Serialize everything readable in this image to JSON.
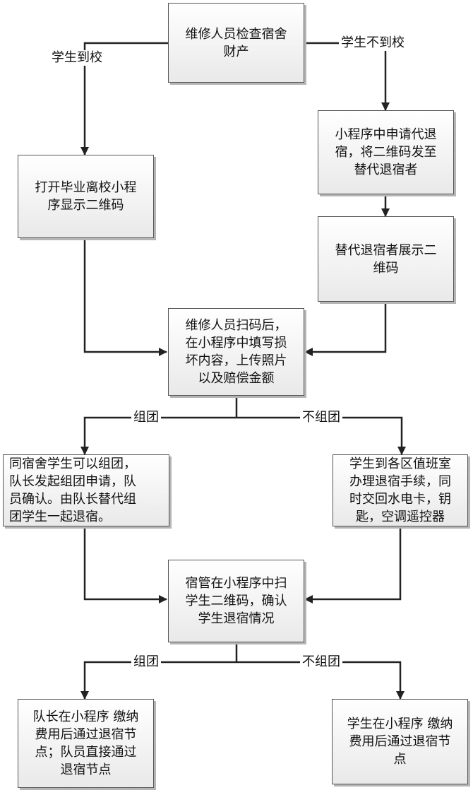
{
  "diagram": {
    "nodes": {
      "check": "维修人员检查宿舍\n财产",
      "open_app": "打开毕业离校小程\n序显示二维码",
      "apply_proxy": "小程序中申请代退\n宿，将二维码发至\n替代退宿者",
      "proxy_show": "替代退宿者展示二\n维码",
      "scan_fill": "维修人员扫码后，\n在小程序中填写损\n坏内容，上传照片\n以及赔偿金额",
      "group_apply": "同宿舍学生可以组团，\n队长发起组团申请，队\n员确认。由队长替代组\n团学生一起退宿。",
      "duty_room": "学生到各区值班室\n办理退宿手续，同\n时交回水电卡，钥\n匙，空调遥控器",
      "manager_scan": "宿管在小程序中扫\n学生二维码，确认\n学生退宿情况",
      "leader_pay": "队长在小程序 缴纳\n费用后通过退宿节\n点；队员直接通过\n退宿节点",
      "student_pay": "学生在小程序 缴纳\n费用后通过退宿节\n点"
    },
    "edge_labels": {
      "arrive": "学生到校",
      "not_arrive": "学生不到校",
      "group_1": "组团",
      "no_group_1": "不组团",
      "group_2": "组团",
      "no_group_2": "不组团"
    },
    "colors": {
      "line": "#222222",
      "border": "#555555",
      "shadow": "#b5b5b5"
    }
  }
}
